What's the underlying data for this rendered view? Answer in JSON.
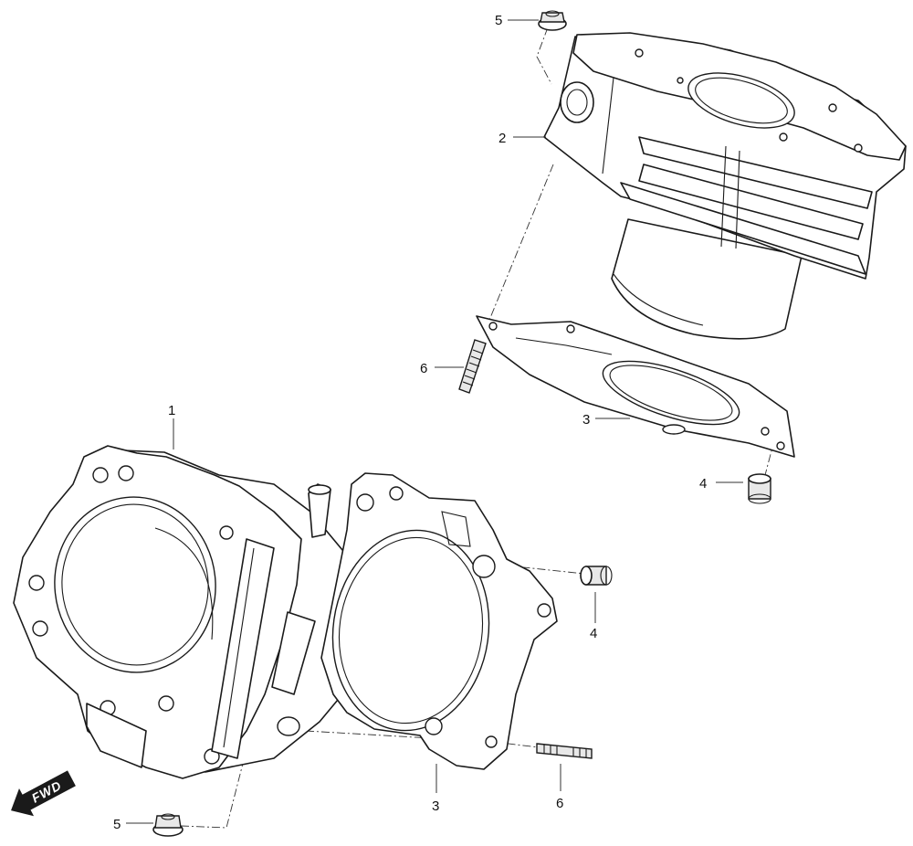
{
  "callouts": [
    {
      "id": "c5-top",
      "label": "5"
    },
    {
      "id": "c2",
      "label": "2"
    },
    {
      "id": "c6-top",
      "label": "6"
    },
    {
      "id": "c3-top",
      "label": "3"
    },
    {
      "id": "c4-top",
      "label": "4"
    },
    {
      "id": "c1",
      "label": "1"
    },
    {
      "id": "c4-bottom",
      "label": "4"
    },
    {
      "id": "c3-bottom",
      "label": "3"
    },
    {
      "id": "c6-bottom",
      "label": "6"
    },
    {
      "id": "c5-bottom",
      "label": "5"
    }
  ],
  "direction_arrow": {
    "label": "FWD",
    "icon": "fwd-arrow-icon"
  },
  "colors": {
    "ink": "#1a1a1a",
    "background": "#ffffff",
    "arrow_fill": "#1a1a1a"
  }
}
